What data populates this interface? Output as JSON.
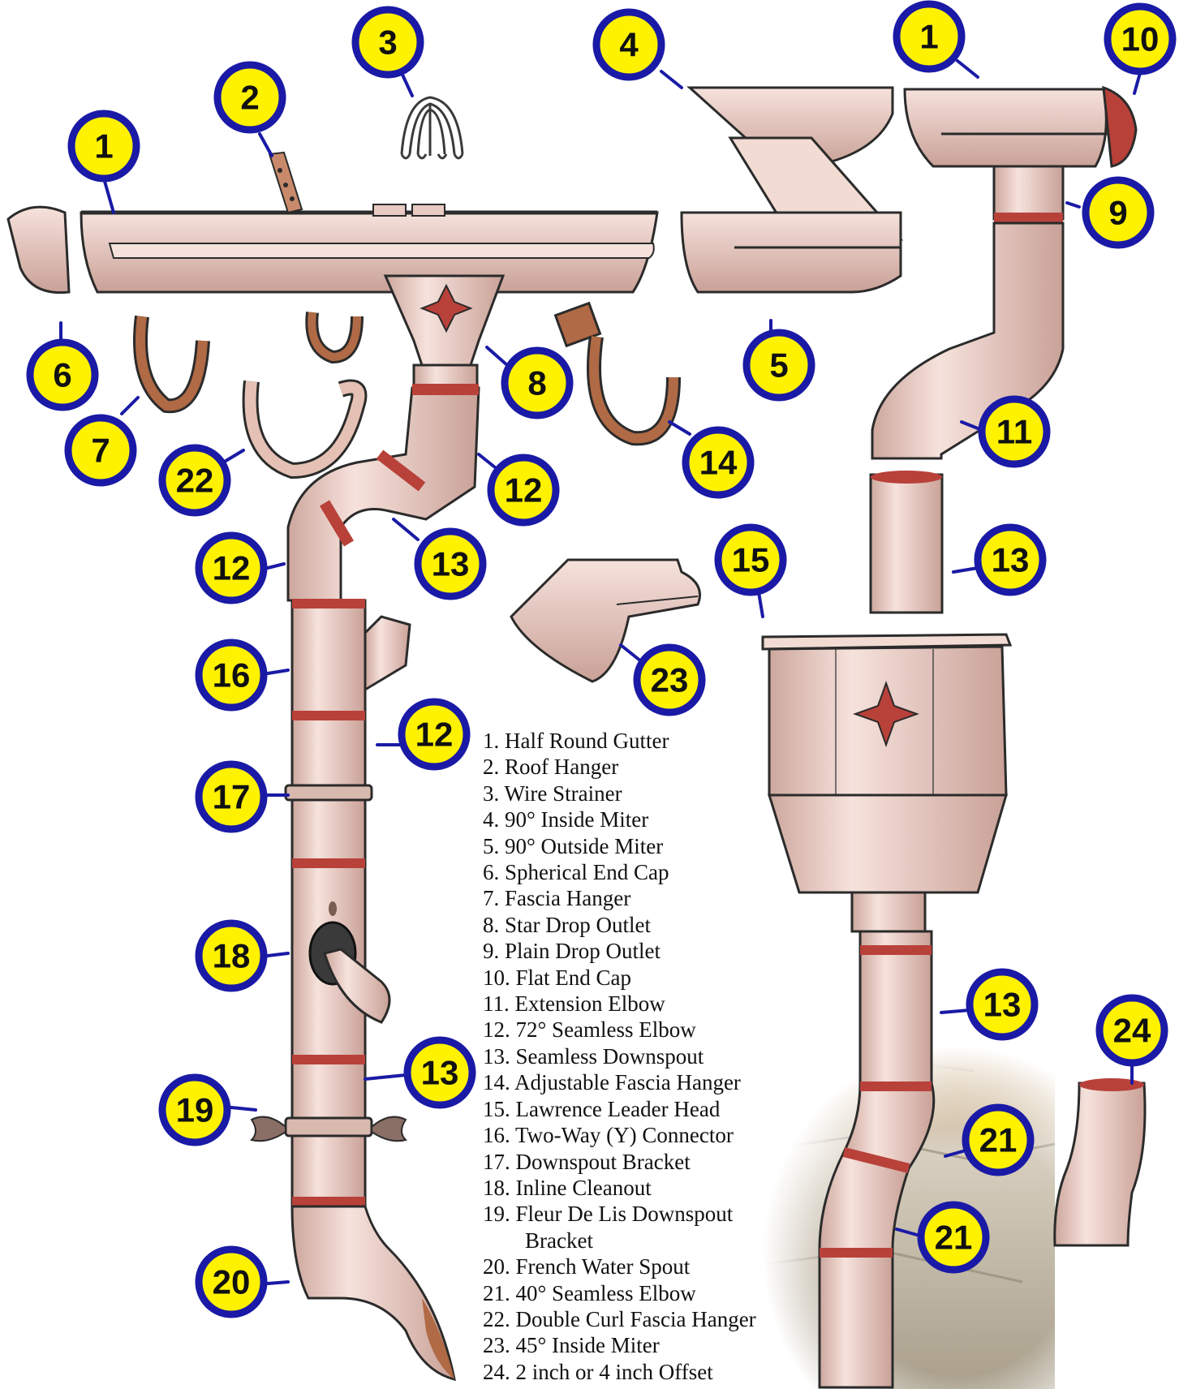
{
  "legend": [
    "1. Half Round Gutter",
    "2. Roof Hanger",
    "3. Wire Strainer",
    "4. 90° Inside Miter",
    "5. 90° Outside Miter",
    "6. Spherical End Cap",
    "7. Fascia Hanger",
    "8. Star Drop Outlet",
    "9. Plain Drop Outlet",
    "10. Flat End Cap",
    "11. Extension Elbow",
    "12. 72° Seamless Elbow",
    "13. Seamless Downspout",
    "14. Adjustable Fascia Hanger",
    "15. Lawrence Leader Head",
    "16. Two-Way (Y) Connector",
    "17. Downspout Bracket",
    "18. Inline Cleanout",
    "19. Fleur De Lis Downspout",
    "Bracket",
    "20. French Water Spout",
    "21. 40° Seamless Elbow",
    "22. Double Curl Fascia Hanger",
    "23. 45° Inside Miter",
    "24. 2 inch or 4 inch Offset"
  ],
  "badges": [
    {
      "num": "1"
    },
    {
      "num": "2"
    },
    {
      "num": "3"
    },
    {
      "num": "4"
    },
    {
      "num": "1"
    },
    {
      "num": "10"
    },
    {
      "num": "9"
    },
    {
      "num": "6"
    },
    {
      "num": "5"
    },
    {
      "num": "8"
    },
    {
      "num": "7"
    },
    {
      "num": "22"
    },
    {
      "num": "14"
    },
    {
      "num": "11"
    },
    {
      "num": "12"
    },
    {
      "num": "13"
    },
    {
      "num": "12"
    },
    {
      "num": "15"
    },
    {
      "num": "13"
    },
    {
      "num": "16"
    },
    {
      "num": "23"
    },
    {
      "num": "12"
    },
    {
      "num": "17"
    },
    {
      "num": "18"
    },
    {
      "num": "13"
    },
    {
      "num": "13"
    },
    {
      "num": "19"
    },
    {
      "num": "24"
    },
    {
      "num": "21"
    },
    {
      "num": "21"
    },
    {
      "num": "20"
    }
  ],
  "colors": {
    "pipe": "#efd5cd",
    "pipe_shade": "#c9a59c",
    "band": "#b8413a",
    "badge_fill": "#fff200",
    "badge_ring": "#1a1aa6",
    "outline": "#2b2b2b",
    "copper": "#b06a45",
    "stone": "#bfb39c"
  }
}
